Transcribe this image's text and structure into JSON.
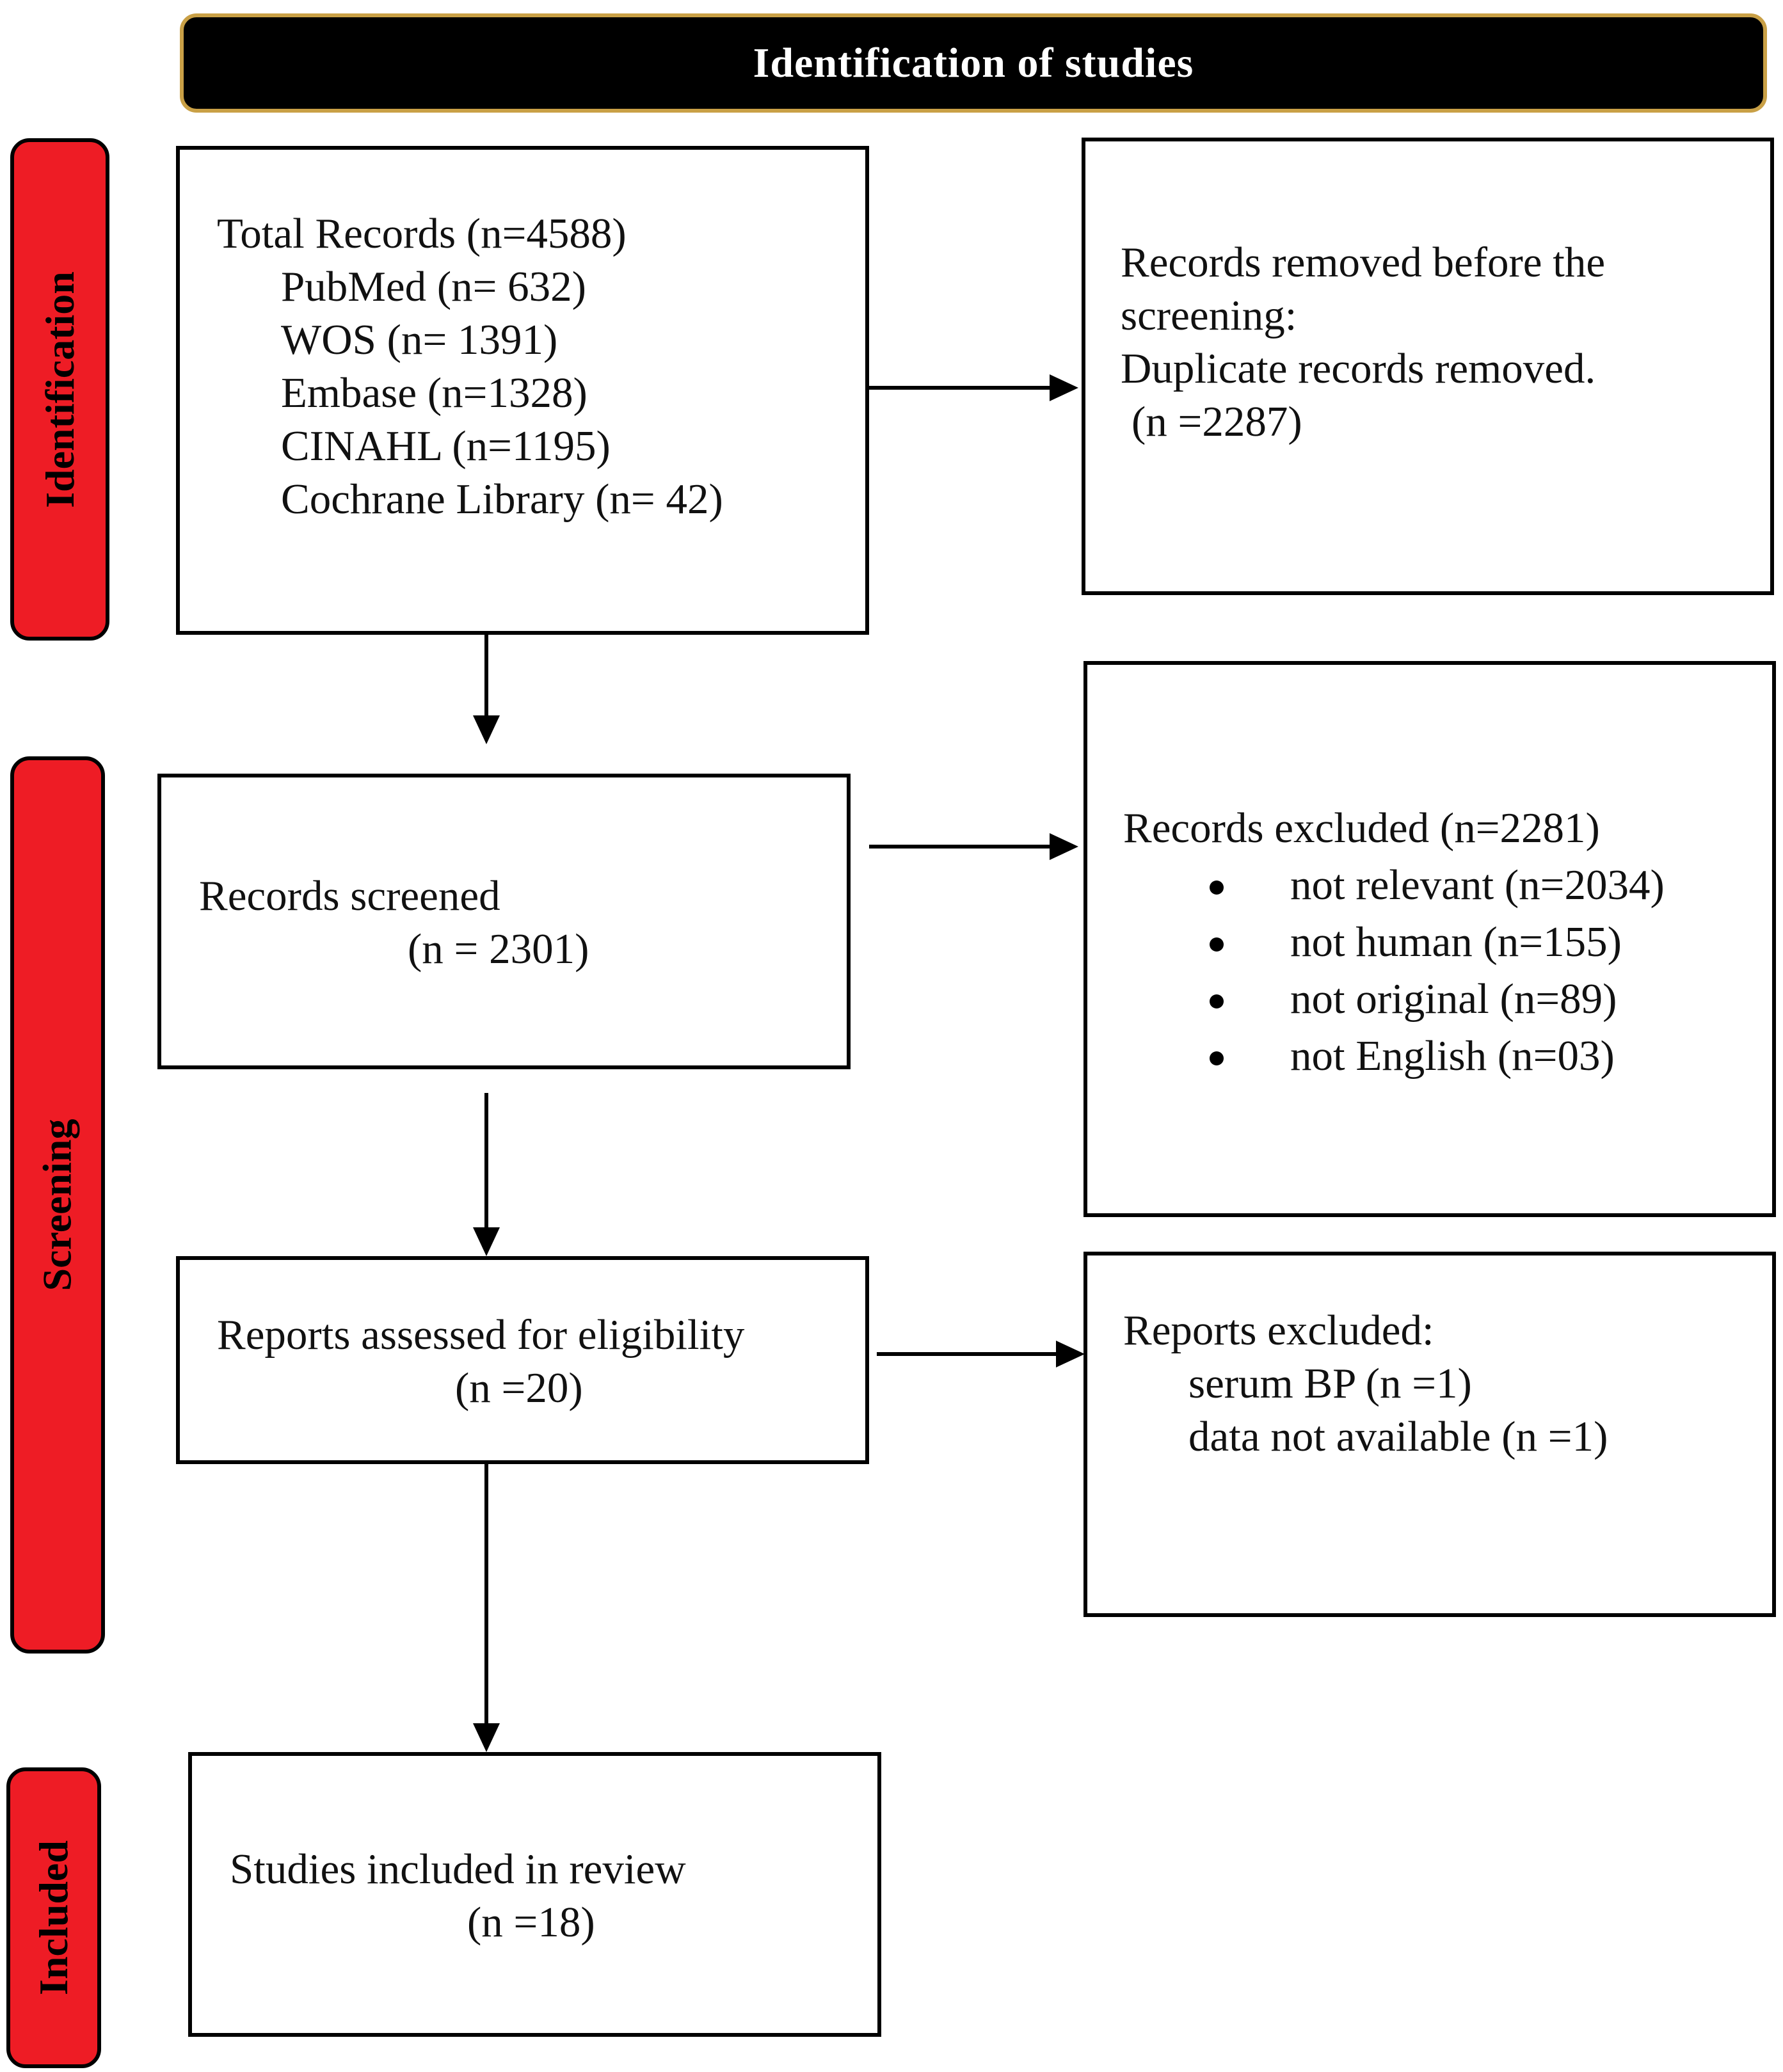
{
  "header": {
    "title": "Identification of studies"
  },
  "stages": {
    "identification": "Identification",
    "screening": "Screening",
    "included": "Included"
  },
  "identification_box": {
    "total": "Total Records (n=4588)",
    "sources": [
      "PubMed (n= 632)",
      "WOS (n= 1391)",
      "Embase (n=1328)",
      "CINAHL (n=1195)",
      "Cochrane Library (n= 42)"
    ]
  },
  "removed_box": {
    "lines": [
      "Records removed before the",
      "screening:",
      "Duplicate records removed.",
      "(n =2287)"
    ]
  },
  "screened_box": {
    "label": "Records screened",
    "count": "(n = 2301)"
  },
  "excluded_box": {
    "title": "Records excluded (n=2281)",
    "items": [
      "not relevant (n=2034)",
      "not human (n=155)",
      "not original (n=89)",
      "not English (n=03)"
    ]
  },
  "eligibility_box": {
    "label": "Reports assessed for eligibility",
    "count": "(n =20)"
  },
  "reports_excluded_box": {
    "title": "Reports excluded:",
    "items": [
      "serum BP (n =1)",
      "data not available (n =1)"
    ]
  },
  "included_box": {
    "label": "Studies included in review",
    "count": "(n =18)"
  },
  "colors": {
    "stage_fill": "#ee1c25",
    "header_fill": "#000000",
    "header_border": "#c9a046",
    "header_text": "#ffffff"
  }
}
